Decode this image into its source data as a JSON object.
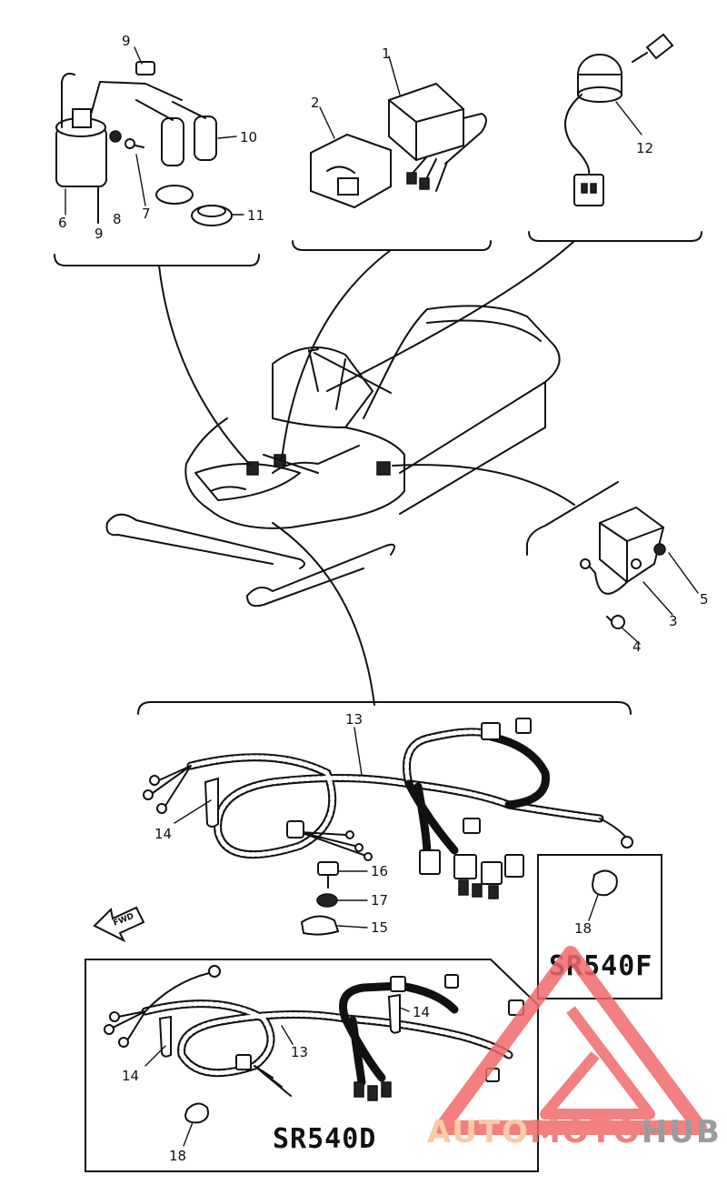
{
  "callouts": {
    "c1": "1",
    "c2": "2",
    "c3": "3",
    "c4": "4",
    "c5": "5",
    "c6": "6",
    "c7": "7",
    "c8": "8",
    "c9": "9",
    "c9b": "9",
    "c10": "10",
    "c11": "11",
    "c12": "12",
    "c13": "13",
    "c13b": "13",
    "c14": "14",
    "c14b": "14",
    "c14c": "14",
    "c15": "15",
    "c16": "16",
    "c17": "17",
    "c18": "18",
    "c18b": "18"
  },
  "models": {
    "right_box": "SR540F",
    "bottom_box": "SR540D"
  },
  "forward_arrow": "FWD",
  "watermark": {
    "part1": "AUTO",
    "part2": "MOTO",
    "part3": "HUB",
    "color_auto": "#f7c29a",
    "color_moto": "#f06a6a",
    "color_hub": "#8a8a8a",
    "logo_icon": "triangle-logo-icon"
  }
}
